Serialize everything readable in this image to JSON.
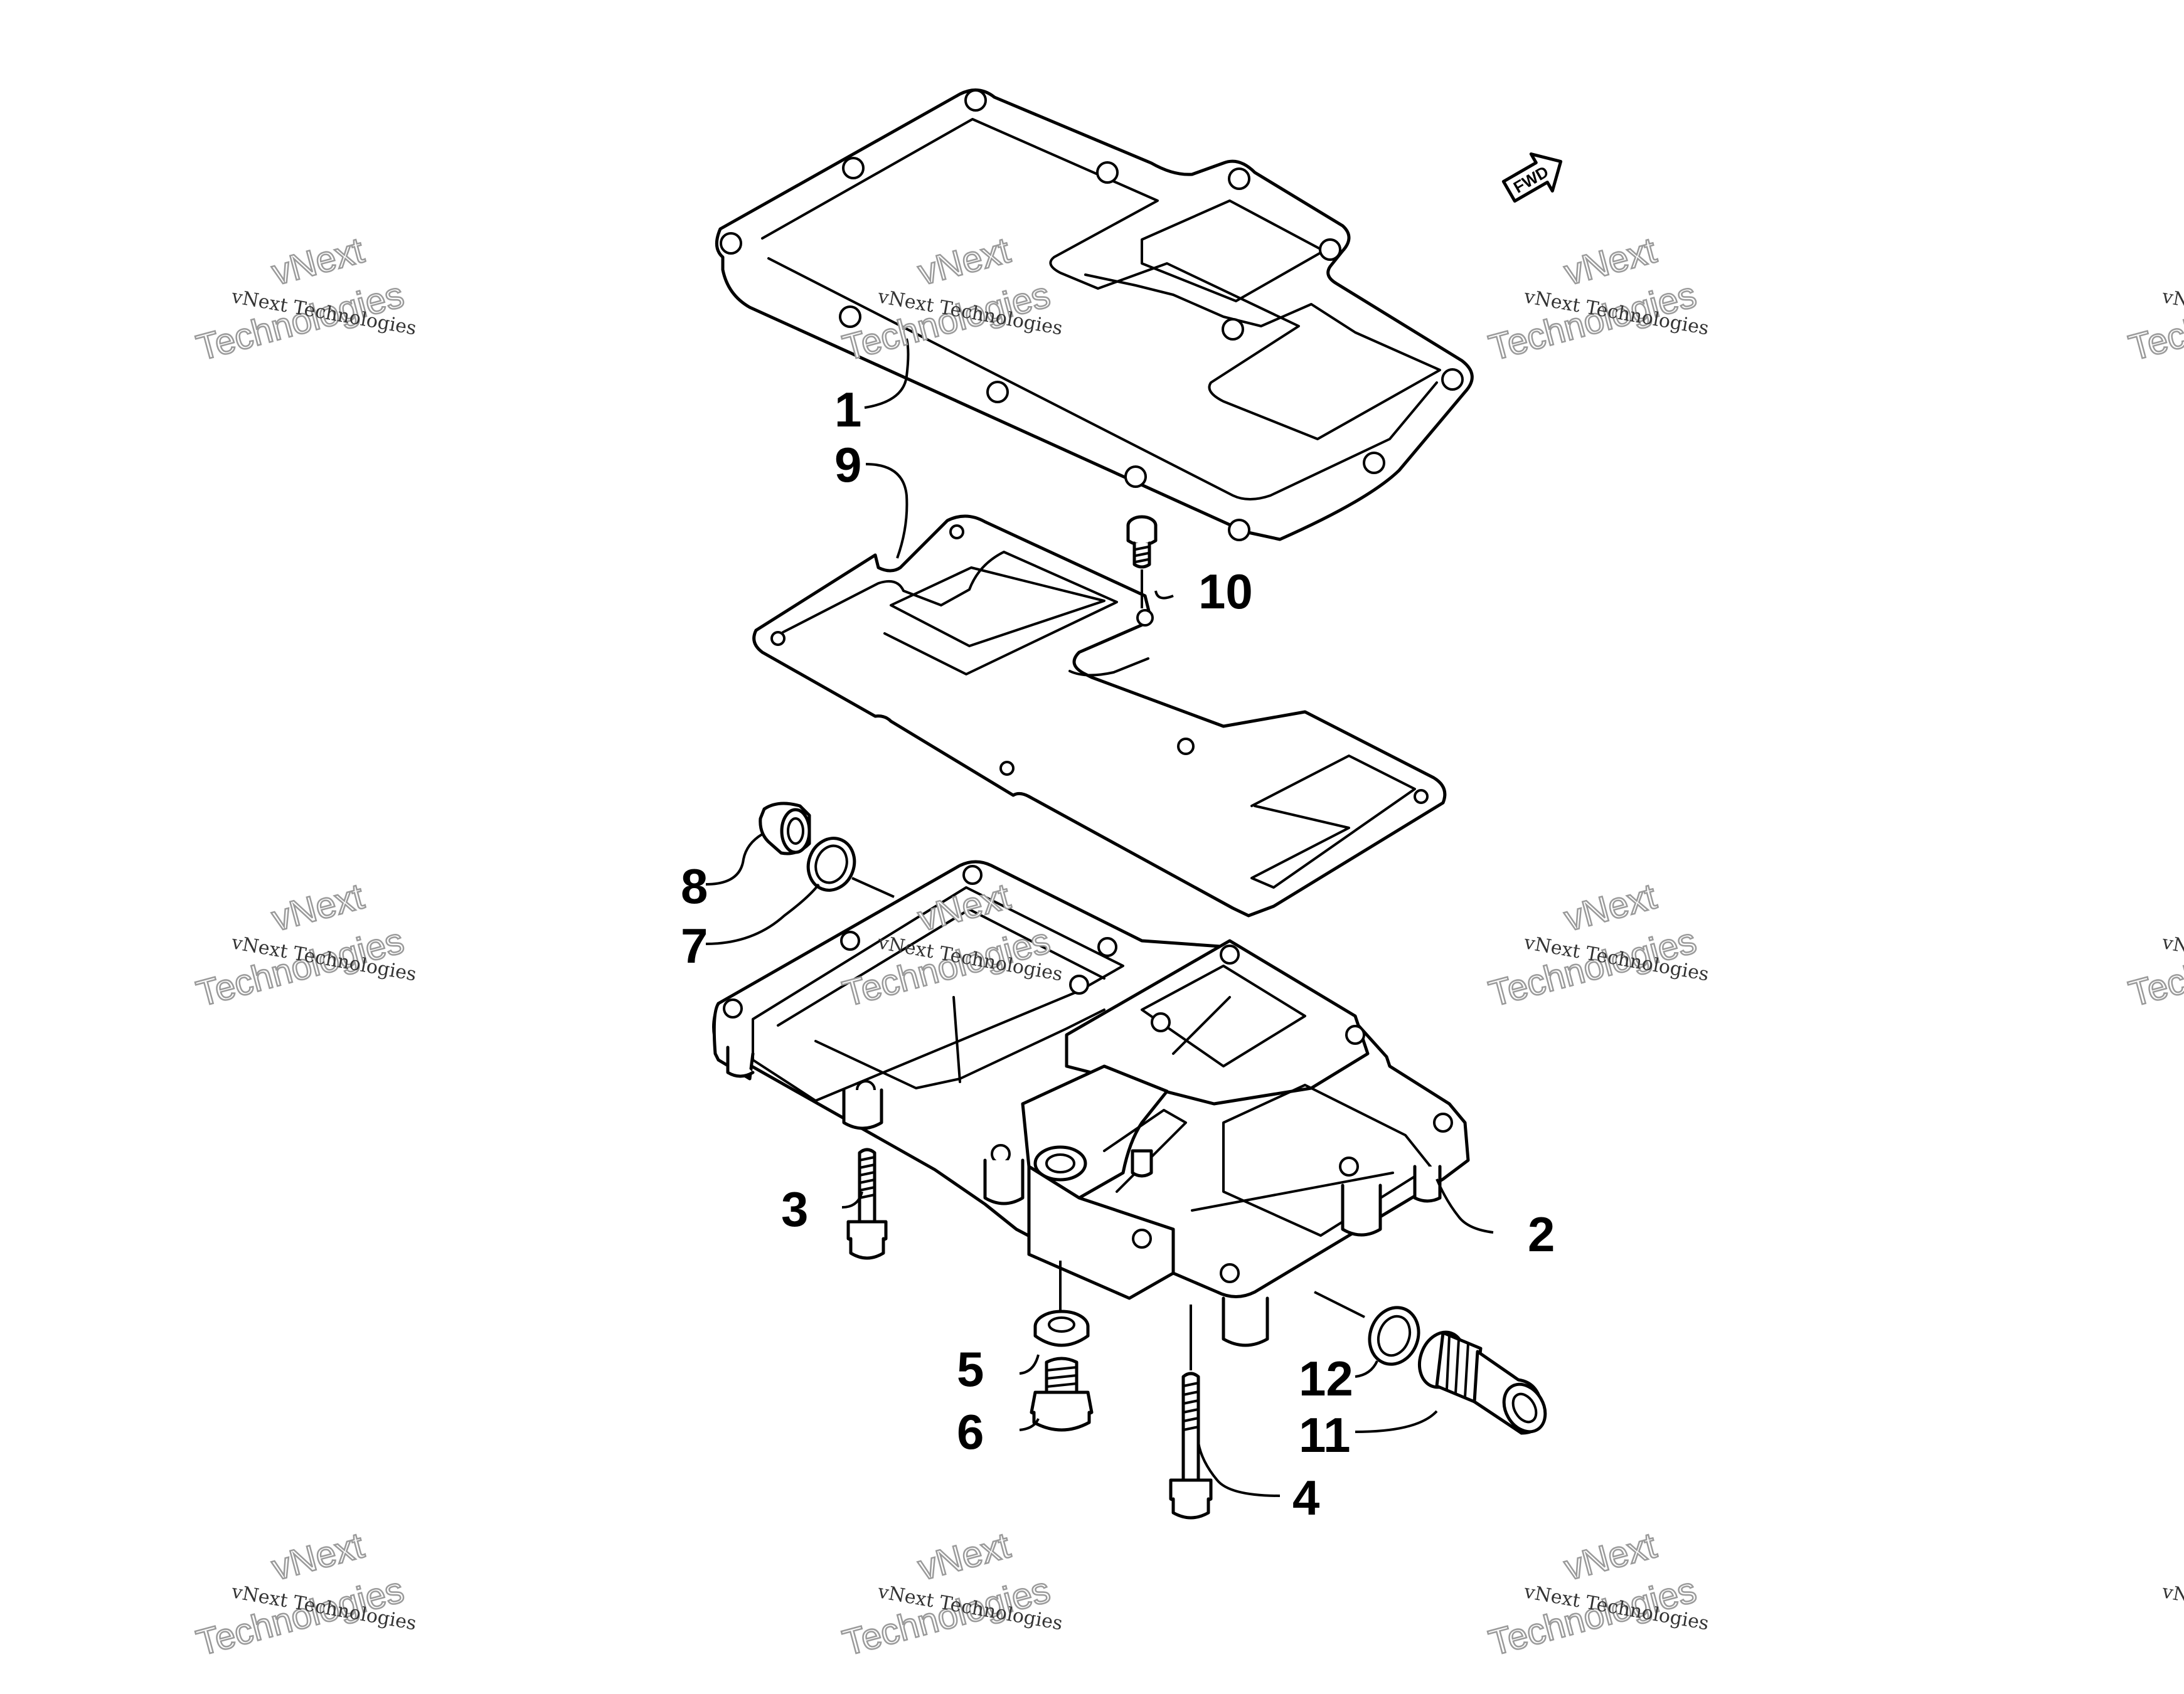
{
  "watermark": {
    "brand": "vNext",
    "line1": "vNext Technologies",
    "line2": "Technologies"
  },
  "direction_arrow": {
    "label": "FWD"
  },
  "callouts": [
    {
      "id": "1",
      "label": "1"
    },
    {
      "id": "2",
      "label": "2"
    },
    {
      "id": "3",
      "label": "3"
    },
    {
      "id": "4",
      "label": "4"
    },
    {
      "id": "5",
      "label": "5"
    },
    {
      "id": "6",
      "label": "6"
    },
    {
      "id": "7",
      "label": "7"
    },
    {
      "id": "8",
      "label": "8"
    },
    {
      "id": "9",
      "label": "9"
    },
    {
      "id": "10",
      "label": "10"
    },
    {
      "id": "11",
      "label": "11"
    },
    {
      "id": "12",
      "label": "12"
    }
  ],
  "colors": {
    "line": "#000000",
    "background": "#ffffff",
    "watermark": "#9a9a9a"
  }
}
